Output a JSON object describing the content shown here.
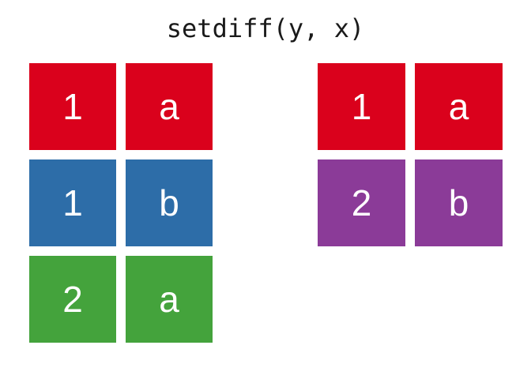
{
  "title": "setdiff(y, x)",
  "colors": {
    "red": "#DA011C",
    "blue": "#2D6DA8",
    "green": "#44A33C",
    "purple": "#8B3B98",
    "cell_text": "#FFFFFF",
    "title_text": "#1A1A1A",
    "background": "#FFFFFF"
  },
  "left_table": {
    "rows": [
      {
        "color": "red",
        "cells": [
          "1",
          "a"
        ]
      },
      {
        "color": "blue",
        "cells": [
          "1",
          "b"
        ]
      },
      {
        "color": "green",
        "cells": [
          "2",
          "a"
        ]
      }
    ]
  },
  "right_table": {
    "rows": [
      {
        "color": "red",
        "cells": [
          "1",
          "a"
        ]
      },
      {
        "color": "purple",
        "cells": [
          "2",
          "b"
        ]
      }
    ]
  }
}
